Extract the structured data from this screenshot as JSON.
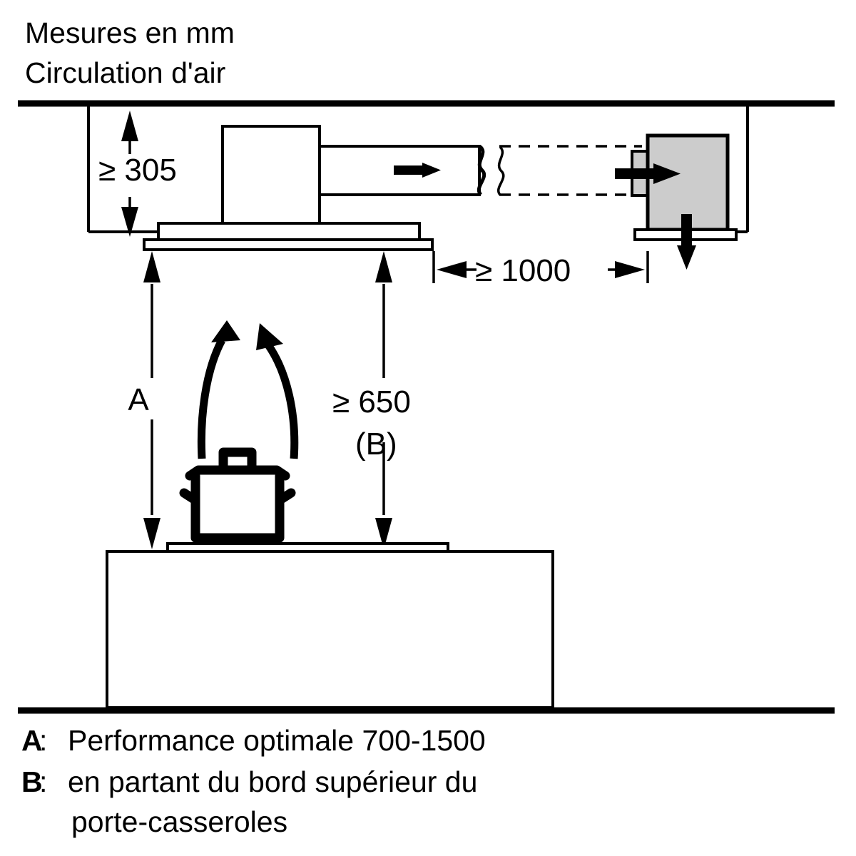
{
  "header": {
    "line1": "Mesures en mm",
    "line2": "Circulation d'air"
  },
  "dimensions": {
    "height_above_hood": "≥ 305",
    "duct_run": "≥ 1000",
    "hood_to_hob": "≥ 650",
    "hood_to_hob_ref": "(B)",
    "label_a": "A"
  },
  "legend": {
    "a_key": "A",
    "a_sep": ":",
    "a_text": "Performance optimale 700-1500",
    "b_key": "B",
    "b_sep": ":",
    "b_text_line1": "en partant du bord supérieur du",
    "b_text_line2": "porte-casseroles"
  },
  "colors": {
    "line": "#000000",
    "fill_white": "#ffffff",
    "fill_gray": "#cccccc",
    "background": "#ffffff"
  },
  "icons": {
    "airflow_right": "right-arrow-icon",
    "airflow_down": "down-arrow-icon",
    "steam_left": "steam-arrow-icon",
    "steam_right": "steam-arrow-icon",
    "cookware": "pot-icon",
    "duct_break": "break-symbol-icon"
  }
}
